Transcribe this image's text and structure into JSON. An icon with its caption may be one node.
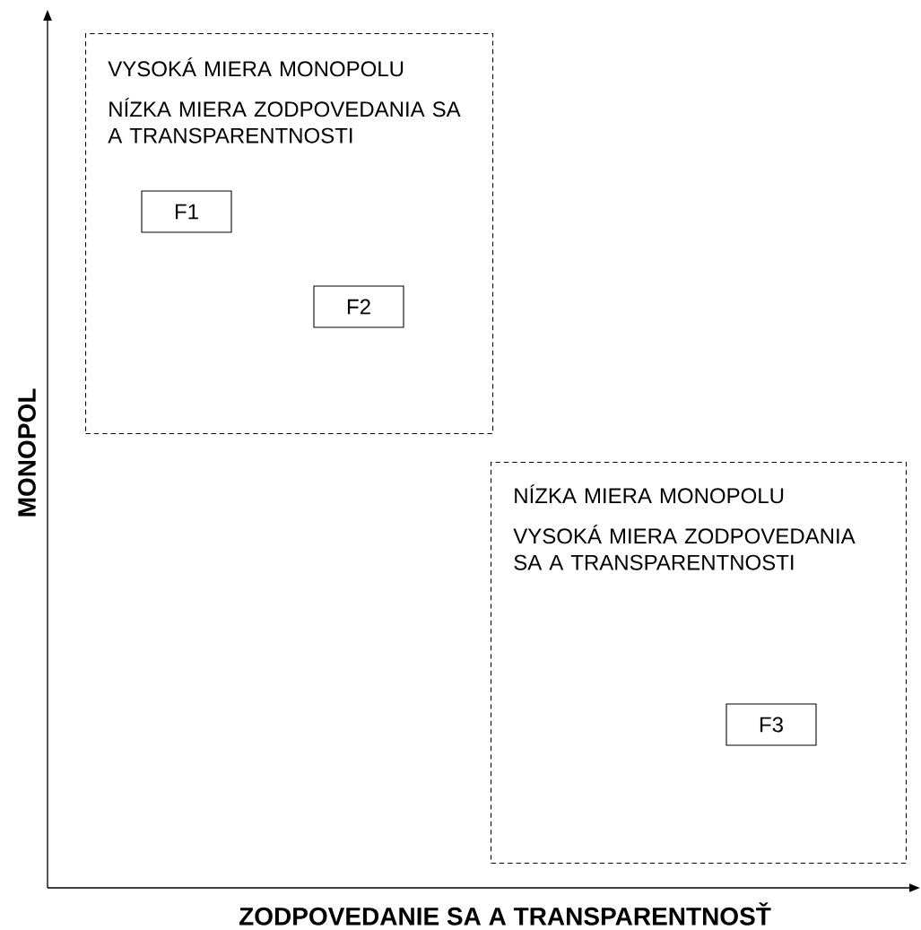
{
  "diagram": {
    "nodes": [
      {
        "text": [
          "VYSOKÁ MIERA MONOPOLU",
          "NÍZKA MIERA ZODPOVEDANIA SA A TRANSPARENTNOSTI"
        ]
      },
      {
        "text": [
          "F1"
        ],
        "in": 0
      },
      {
        "text": [
          "F2"
        ],
        "in": 0
      },
      {
        "text": [
          "NÍZKA MIERA MONOPOLU",
          "VYSOKÁ MIERA ZODPOVEDANIA SA A TRANSPARENTNOSTI"
        ]
      },
      {
        "text": [
          "F3"
        ],
        "in": 3
      }
    ],
    "labels": [
      "MONOPOL",
      "ZODPOVEDANIE SA A TRANSPARENTNOSŤ"
    ]
  }
}
